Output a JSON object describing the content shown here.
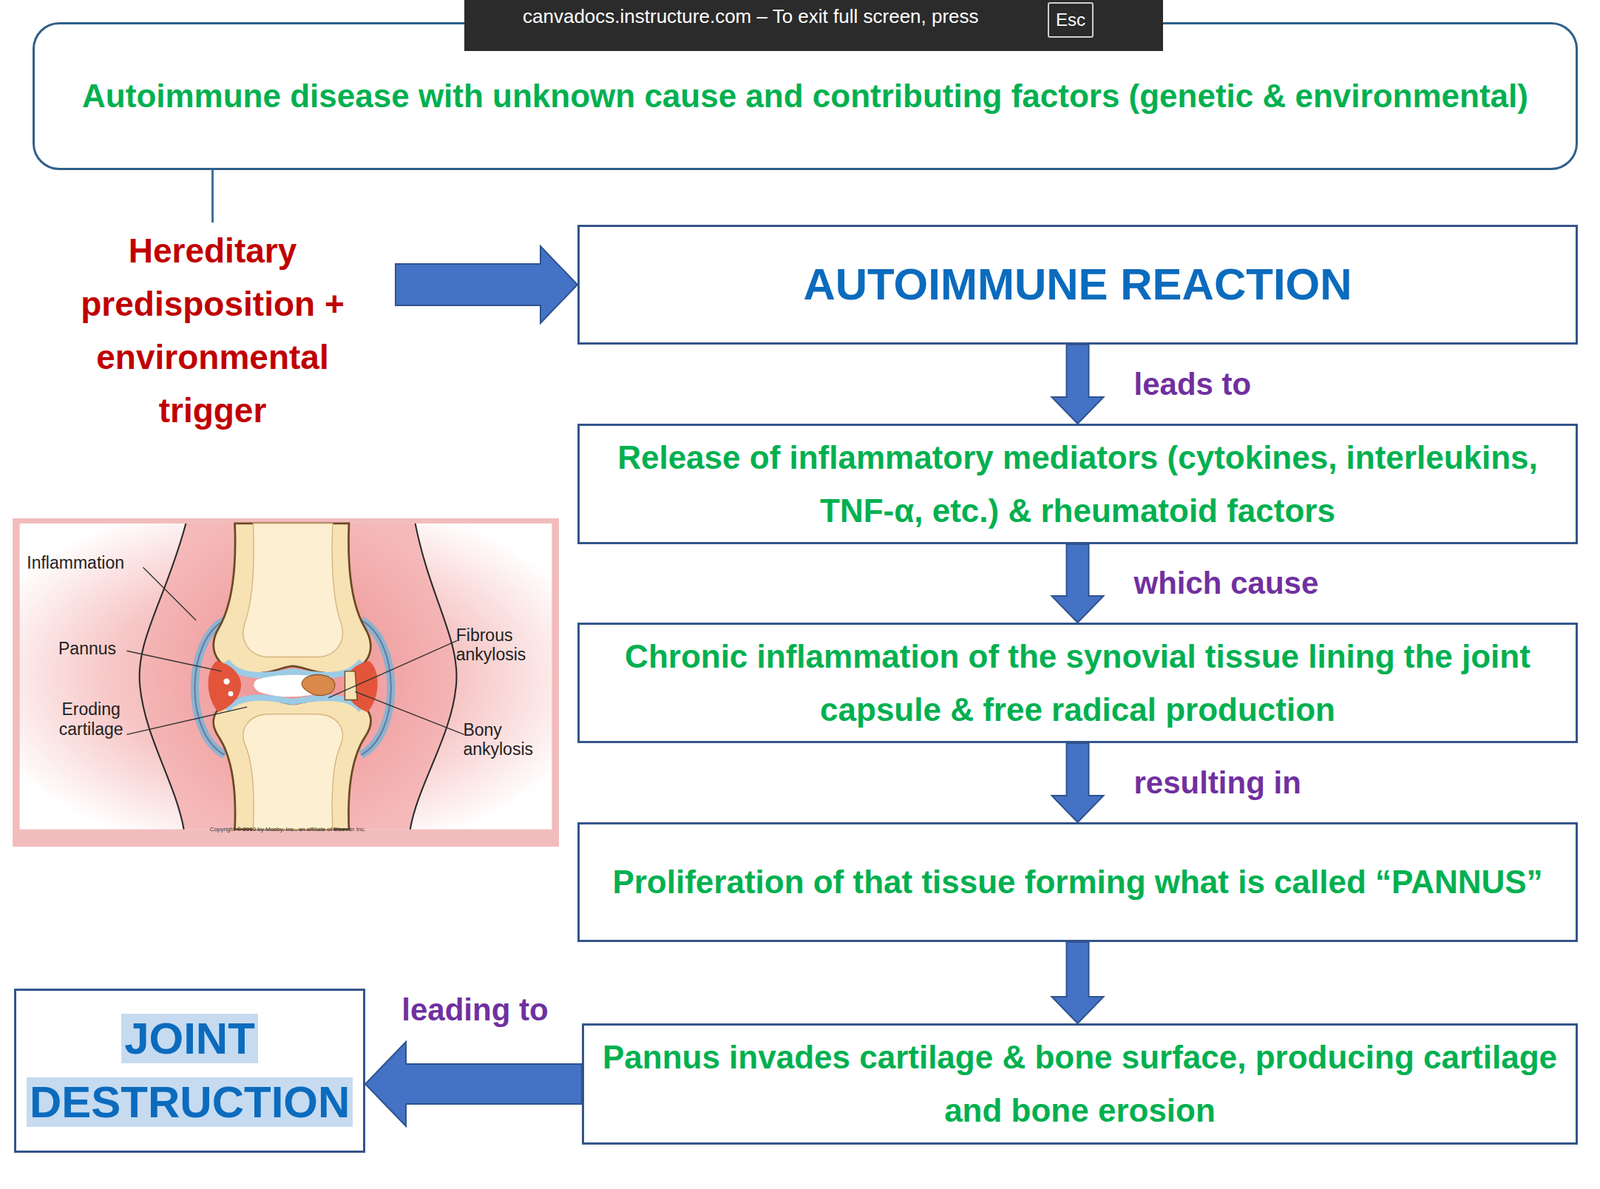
{
  "diagram": {
    "nodes": [
      {
        "text": [
          "Autoimmune disease with unknown cause and contributing factors (genetic & environmental)"
        ]
      },
      {
        "text": [
          "Hereditary predisposition + environmental trigger"
        ]
      },
      {
        "text": [
          "AUTOIMMUNE REACTION"
        ]
      },
      {
        "text": [
          "Release of inflammatory mediators (cytokines, interleukins, TNF-α, etc.) & rheumatoid factors"
        ]
      },
      {
        "text": [
          "Chronic inflammation of the synovial tissue lining the joint capsule & free radical production"
        ]
      },
      {
        "text": [
          "Proliferation of that tissue forming what is called “PANNUS”"
        ]
      },
      {
        "text": [
          "Pannus invades cartilage & bone surface, producing cartilage and bone erosion"
        ]
      },
      {
        "text": [
          "JOINT DESTRUCTION"
        ]
      }
    ],
    "edges": [
      {
        "from": 0,
        "to": 1,
        "arrow": "none"
      },
      {
        "from": 1,
        "to": 2,
        "arrow": "to"
      },
      {
        "from": 2,
        "to": 3,
        "label": "leads to",
        "arrow": "to"
      },
      {
        "from": 3,
        "to": 4,
        "label": "which cause",
        "arrow": "to"
      },
      {
        "from": 4,
        "to": 5,
        "label": "resulting in",
        "arrow": "to"
      },
      {
        "from": 5,
        "to": 6,
        "arrow": "to"
      },
      {
        "from": 6,
        "to": 7,
        "label": "leading to",
        "arrow": "to"
      }
    ],
    "labels": [
      "canvadocs.instructure.com – To exit full screen, press",
      "Esc",
      "Inflammation",
      "Pannus",
      "Eroding cartilage",
      "Fibrous ankylosis",
      "Bony ankylosis",
      "Copyright © 2010 by Mosby, Inc., an affiliate of Elsevier Inc."
    ]
  }
}
